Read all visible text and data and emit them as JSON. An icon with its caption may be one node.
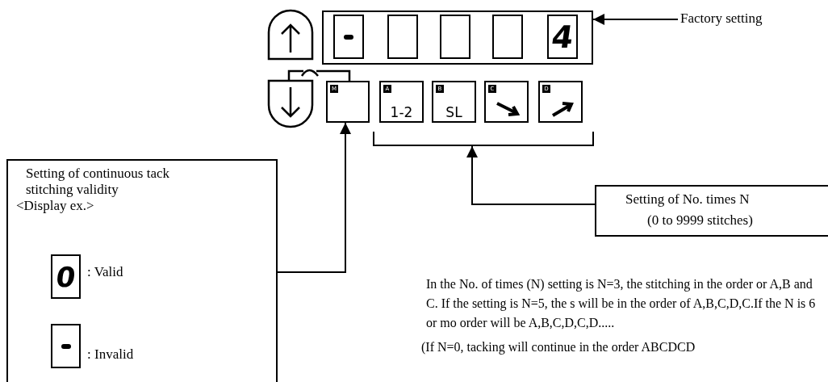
{
  "diagram": {
    "nodes": [
      {
        "text": [
          "4"
        ]
      },
      {
        "text": [
          "Factory setting"
        ]
      },
      {
        "text": [
          "M"
        ]
      },
      {
        "text": [
          "A",
          "1-2"
        ]
      },
      {
        "text": [
          "B",
          "SL"
        ]
      },
      {
        "text": [
          "C"
        ]
      },
      {
        "text": [
          "D"
        ]
      },
      {
        "text": [
          "Setting of continuous tack stitching validity",
          "<Display ex.>",
          "0",
          ": Valid",
          ": Invalid"
        ]
      },
      {
        "text": [
          "Setting of No. times N",
          "(0 to 9999 stitches)"
        ]
      },
      {
        "text": [],
        "shape": "bar"
      }
    ],
    "edges": [
      {
        "from": 1,
        "to": 0,
        "arrow": "to"
      },
      {
        "from": 7,
        "to": 2,
        "arrow": "to"
      },
      {
        "from": 8,
        "to": 9,
        "arrow": "to"
      }
    ],
    "labels": [
      "In the No. of times (N) setting is N=3, the stitching in the order or A,B and C. If the setting is N=5, the s will be in the order of A,B,C,D,C.If the N is 6 or mo order will be A,B,C,D,C,D.....",
      "(If N=0, tacking will continue in the order ABCDCD"
    ]
  }
}
